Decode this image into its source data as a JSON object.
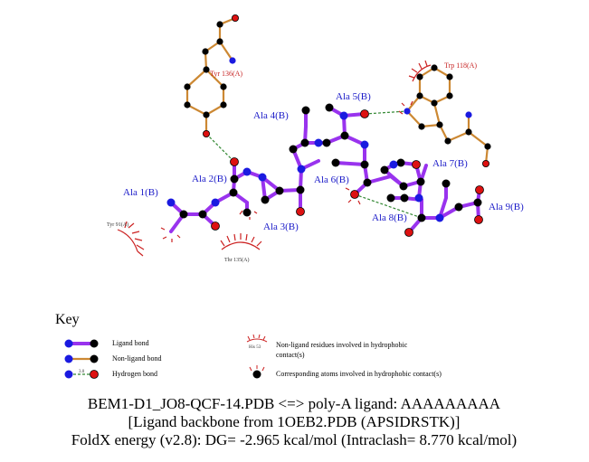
{
  "residues": {
    "ligand": [
      {
        "id": "ala1",
        "label": "Ala 1(B)"
      },
      {
        "id": "ala2",
        "label": "Ala 2(B)"
      },
      {
        "id": "ala3",
        "label": "Ala 3(B)"
      },
      {
        "id": "ala4",
        "label": "Ala 4(B)"
      },
      {
        "id": "ala5",
        "label": "Ala 5(B)"
      },
      {
        "id": "ala6",
        "label": "Ala 6(B)"
      },
      {
        "id": "ala7",
        "label": "Ala 7(B)"
      },
      {
        "id": "ala8",
        "label": "Ala 8(B)"
      },
      {
        "id": "ala9",
        "label": "Ala 9(B)"
      }
    ],
    "nonligand": [
      {
        "id": "tyr136",
        "label": "Tyr 136(A)"
      },
      {
        "id": "trp118",
        "label": "Trp 118(A)"
      }
    ],
    "hydrophobic": [
      {
        "id": "tyr91",
        "label": "Tyr 91(A)"
      },
      {
        "id": "thr135",
        "label": "Thr 135(A)"
      }
    ]
  },
  "key": {
    "title": "Key",
    "ligand_bond": "Ligand bond",
    "nonligand_bond": "Non-ligand bond",
    "hbond": "Hydrogen bond",
    "hbond_distance": "3.0",
    "hydrophobic_example": "His 53",
    "hydrophobic_line1": "Non-ligand residues involved in hydrophobic",
    "hydrophobic_line2": "contact(s)",
    "corresponding_atoms": "Corresponding atoms involved in hydrophobic contact(s)"
  },
  "caption": {
    "line1": "BEM1-D1_JO8-QCF-14.PDB <=> poly-A ligand: AAAAAAAAA",
    "line2": "[Ligand backbone from 1OEB2.PDB (APSIDRSTK)]",
    "line3": "FoldX energy (v2.8): DG= -2.965 kcal/mol (Intraclash= 8.770 kcal/mol)"
  },
  "colors": {
    "ligand_bond": "#9933ee",
    "nonligand_bond": "#cc8833",
    "hbond": "#338833",
    "carbon": "#000000",
    "nitrogen": "#1a1ae0",
    "oxygen": "#dd1111",
    "arc": "#cc2222",
    "ligand_label": "#1a1ac8",
    "nonligand_label": "#c82828"
  }
}
